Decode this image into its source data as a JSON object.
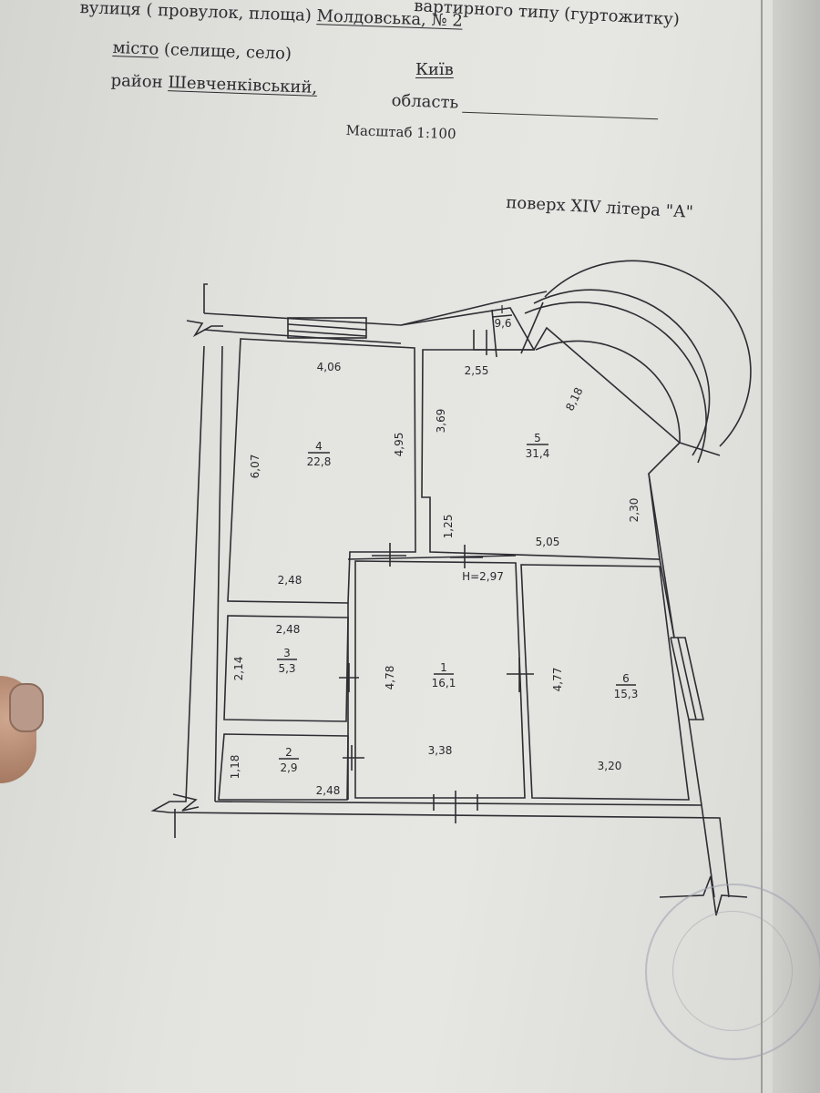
{
  "header": {
    "line0_fragment": "вартирного типу (гуртожитку)",
    "street_label": "вулиця ( провулок, площа)",
    "street_value": "Молдовська, № 2",
    "city_label": "місто",
    "city_suffix": "(селище, село)",
    "city_value": "Київ",
    "district_label": "район",
    "district_value": "Шевченківський,",
    "region_label": "область",
    "scale": "Масштаб 1:100",
    "floor": "поверх XIV літера \"А\""
  },
  "plan": {
    "ceiling_height": "Н=2,97",
    "rooms": [
      {
        "number": "1",
        "area": "16,1"
      },
      {
        "number": "2",
        "area": "2,9"
      },
      {
        "number": "3",
        "area": "5,3"
      },
      {
        "number": "4",
        "area": "22,8"
      },
      {
        "number": "5",
        "area": "31,4"
      },
      {
        "number": "6",
        "area": "15,3"
      },
      {
        "number": "I",
        "area": "9,6"
      }
    ],
    "dimensions": {
      "room4_top": "4,06",
      "room4_left": "6,07",
      "room4_right": "4,95",
      "room4_bottom": "2,48",
      "room5_top": "2,55",
      "room5_left": "3,69",
      "room5_arc": "8,18",
      "room5_right": "2,30",
      "room5_bottom": "5,05",
      "room5_notch": "1,25",
      "room3_top": "2,48",
      "room3_left": "2,14",
      "room1_left": "4,78",
      "room1_bottom": "3,38",
      "room6_left": "4,77",
      "room6_bottom": "3,20",
      "room2_left": "1,18",
      "room2_bottom": "2,48"
    }
  },
  "colors": {
    "paper": "#e3e3df",
    "ink": "#2a2a30",
    "stamp": "#9ca0b0"
  }
}
